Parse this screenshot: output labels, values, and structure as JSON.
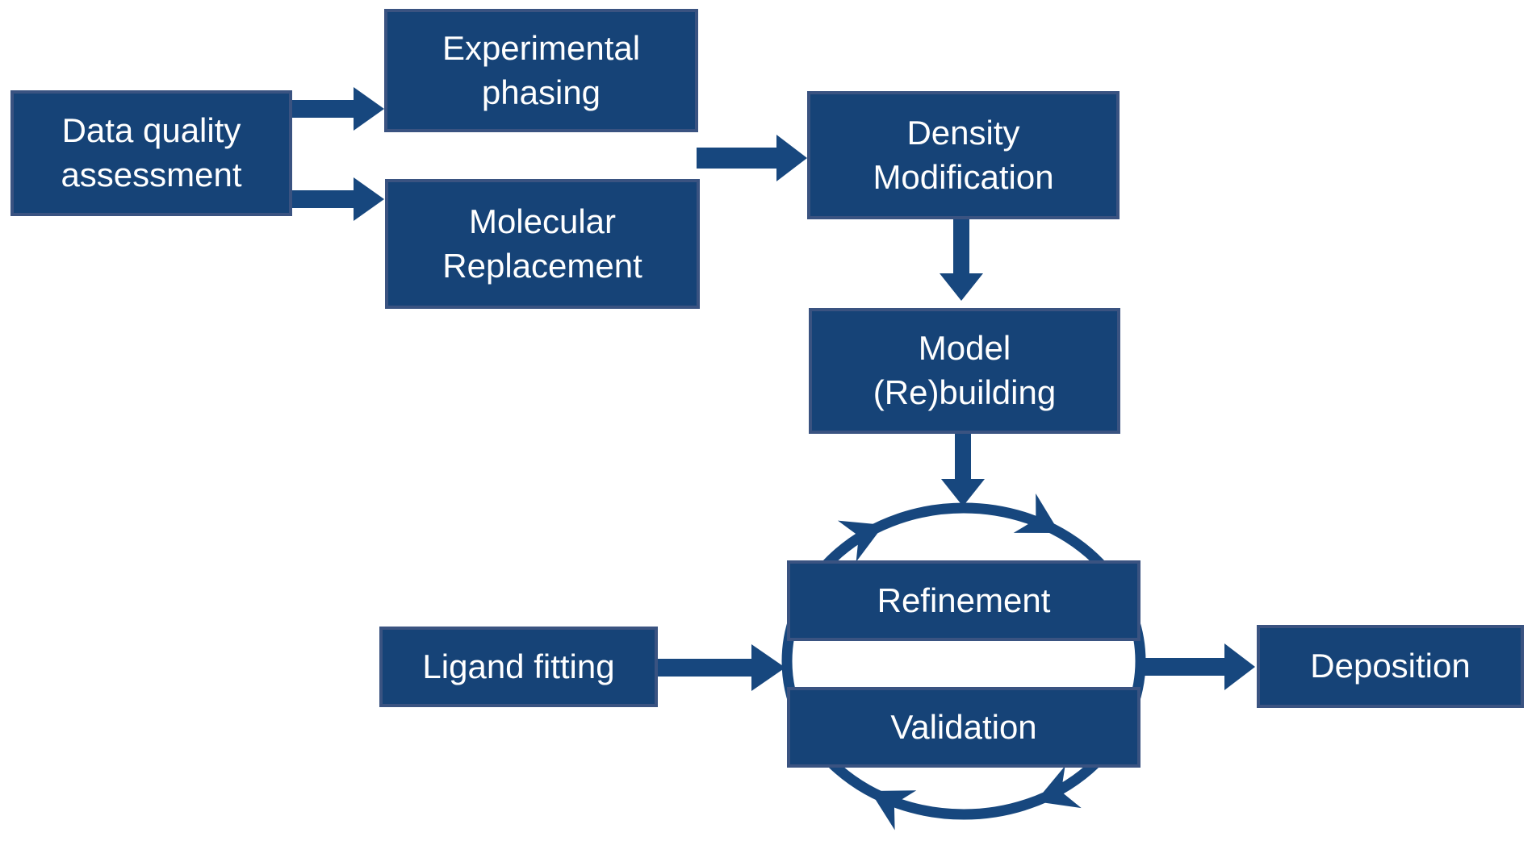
{
  "figure": {
    "title": "Crystallographic structure solution workflow",
    "background_color": "#ffffff",
    "box_fill_color": "#164377",
    "box_border_color": "#3a5381",
    "arrow_color": "#17477e",
    "text_color": "#ffffff"
  },
  "nodes": {
    "data_quality": {
      "label": "Data quality\nassessment"
    },
    "experimental_phasing": {
      "label": "Experimental\nphasing"
    },
    "molecular_replacement": {
      "label": "Molecular\nReplacement"
    },
    "density_modification": {
      "label": "Density\nModification"
    },
    "model_rebuilding": {
      "label": "Model\n(Re)building"
    },
    "refinement": {
      "label": "Refinement"
    },
    "validation": {
      "label": "Validation"
    },
    "ligand_fitting": {
      "label": "Ligand fitting"
    },
    "deposition": {
      "label": "Deposition"
    }
  },
  "edges": [
    {
      "from": "Data quality assessment",
      "to": "Experimental phasing",
      "type": "arrow"
    },
    {
      "from": "Data quality assessment",
      "to": "Molecular Replacement",
      "type": "arrow"
    },
    {
      "from": "Experimental phasing / Molecular Replacement",
      "to": "Density Modification",
      "type": "arrow"
    },
    {
      "from": "Density Modification",
      "to": "Model (Re)building",
      "type": "arrow"
    },
    {
      "from": "Model (Re)building",
      "to": "Refinement-Validation cycle",
      "type": "arrow"
    },
    {
      "from": "Ligand fitting",
      "to": "Refinement-Validation cycle",
      "type": "arrow"
    },
    {
      "from": "Refinement-Validation cycle",
      "to": "Deposition",
      "type": "arrow"
    },
    {
      "from": "Refinement",
      "to": "Validation",
      "type": "clockwise-cycle"
    }
  ]
}
